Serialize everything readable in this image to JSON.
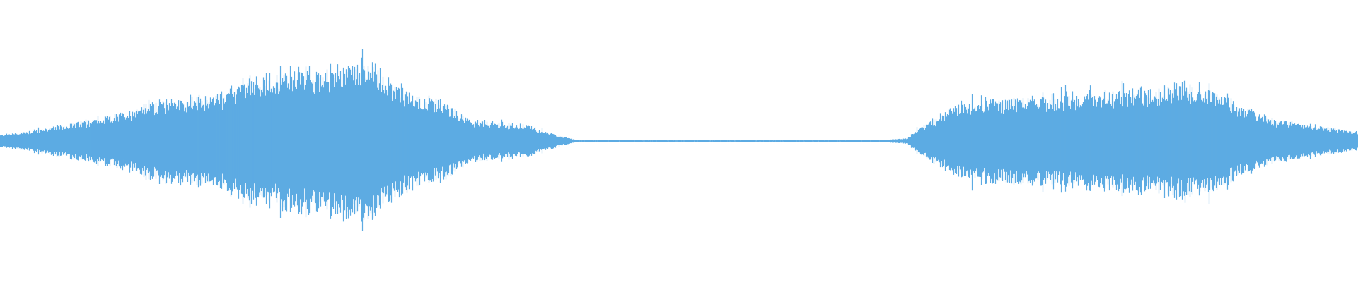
{
  "waveform": {
    "color": "#5dabe3",
    "background": "#ffffff",
    "centerline": 0.5,
    "envelope": [
      {
        "t": 0.0,
        "a": 0.02
      },
      {
        "t": 0.03,
        "a": 0.04
      },
      {
        "t": 0.055,
        "a": 0.06
      },
      {
        "t": 0.08,
        "a": 0.08
      },
      {
        "t": 0.095,
        "a": 0.1
      },
      {
        "t": 0.11,
        "a": 0.13
      },
      {
        "t": 0.13,
        "a": 0.14
      },
      {
        "t": 0.16,
        "a": 0.15
      },
      {
        "t": 0.185,
        "a": 0.2
      },
      {
        "t": 0.215,
        "a": 0.23
      },
      {
        "t": 0.24,
        "a": 0.24
      },
      {
        "t": 0.265,
        "a": 0.26
      },
      {
        "t": 0.275,
        "a": 0.27
      },
      {
        "t": 0.285,
        "a": 0.2
      },
      {
        "t": 0.3,
        "a": 0.16
      },
      {
        "t": 0.33,
        "a": 0.12
      },
      {
        "t": 0.345,
        "a": 0.07
      },
      {
        "t": 0.37,
        "a": 0.06
      },
      {
        "t": 0.39,
        "a": 0.05
      },
      {
        "t": 0.41,
        "a": 0.02
      },
      {
        "t": 0.425,
        "a": 0.003
      },
      {
        "t": 0.65,
        "a": 0.003
      },
      {
        "t": 0.668,
        "a": 0.01
      },
      {
        "t": 0.675,
        "a": 0.04
      },
      {
        "t": 0.69,
        "a": 0.08
      },
      {
        "t": 0.705,
        "a": 0.12
      },
      {
        "t": 0.72,
        "a": 0.14
      },
      {
        "t": 0.76,
        "a": 0.14
      },
      {
        "t": 0.8,
        "a": 0.16
      },
      {
        "t": 0.84,
        "a": 0.17
      },
      {
        "t": 0.87,
        "a": 0.19
      },
      {
        "t": 0.89,
        "a": 0.18
      },
      {
        "t": 0.91,
        "a": 0.12
      },
      {
        "t": 0.94,
        "a": 0.07
      },
      {
        "t": 0.97,
        "a": 0.05
      },
      {
        "t": 1.0,
        "a": 0.03
      }
    ]
  }
}
